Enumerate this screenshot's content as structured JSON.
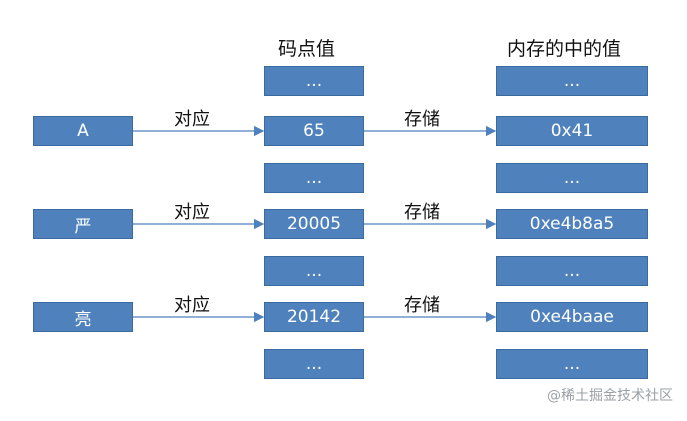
{
  "headers": {
    "code_point": "码点值",
    "memory": "内存的中的值"
  },
  "edge_labels": {
    "corresponds": "对应",
    "stored": "存储"
  },
  "rows": [
    {
      "char": "A",
      "code_point": "65",
      "memory": "0x41"
    },
    {
      "char": "严",
      "code_point": "20005",
      "memory": "0xe4b8a5"
    },
    {
      "char": "亮",
      "code_point": "20142",
      "memory": "0xe4baae"
    }
  ],
  "ellipsis": "...",
  "colors": {
    "box_fill": "#4f81bd",
    "box_text": "#ffffff",
    "arrow": "#4f81bd"
  },
  "watermark": "@稀土掘金技术社区"
}
